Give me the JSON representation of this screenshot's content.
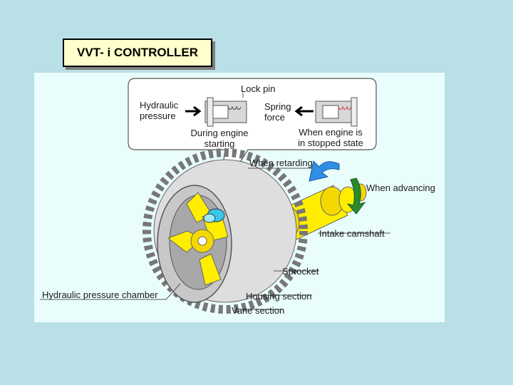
{
  "title": "VVT- i CONTROLLER",
  "labels": {
    "lock_pin": "Lock pin",
    "hydraulic_pressure": [
      "Hydraulic",
      "pressure"
    ],
    "spring_force": [
      "Spring",
      "force"
    ],
    "during_engine_starting": [
      "During engine",
      "starting"
    ],
    "when_engine_stopped": [
      "When engine is",
      "in stopped state"
    ],
    "when_retarding": "When retarding",
    "when_advancing": "When advancing",
    "intake_camshaft": "Intake camshaft",
    "sprocket": "Sprocket",
    "hydraulic_pressure_chamber": "Hydraulic pressure chamber",
    "housing_section": "Housing section",
    "vane_section": "Vane section"
  },
  "colors": {
    "background": "#b9e0e6",
    "panel": "#eafdfd",
    "title_box": "#ffffcc",
    "vane_yellow": "#ffee00",
    "retard_arrow": "#2f8fe6",
    "advance_arrow": "#2c8a2c",
    "lock_pin": "#38c8e8"
  }
}
